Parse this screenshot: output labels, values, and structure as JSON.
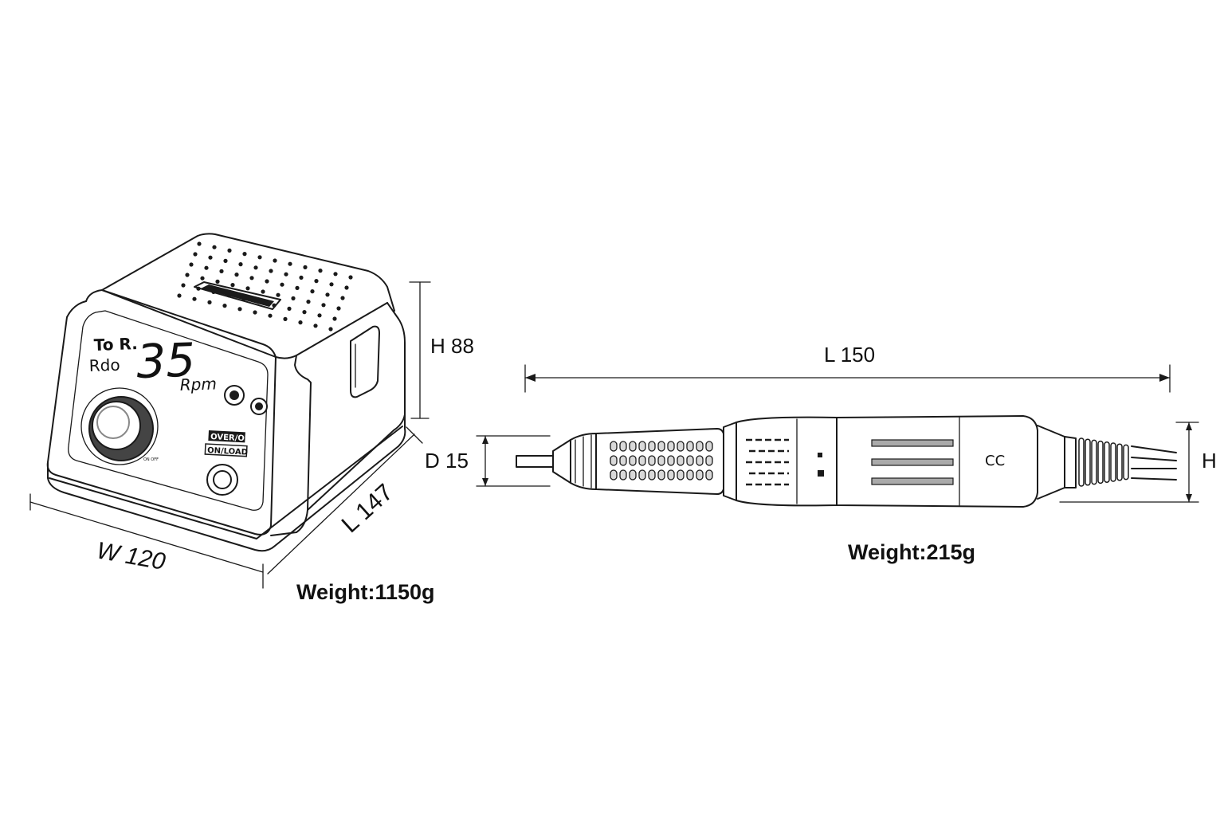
{
  "control_box": {
    "height_label": "H 88",
    "width_label": "W 120",
    "length_label": "L 147",
    "weight_label": "Weight:1150g",
    "display": {
      "line1": "To R.",
      "line2": "Rdo",
      "speed_value": "35",
      "speed_unit": "Rpm"
    },
    "switch_labels": {
      "top": "OVER/OFF",
      "bottom": "ON/LOAD"
    },
    "knob_label": "ON OFF"
  },
  "handpiece": {
    "length_label": "L 150",
    "diameter_label": "D 15",
    "height_label": "H",
    "weight_label": "Weight:215g",
    "mark": "CC"
  },
  "colors": {
    "line": "#1a1a1a",
    "background": "#ffffff",
    "shade": "#d9d9d9"
  },
  "icons": [
    "vent-holes",
    "speed-knob",
    "indicator-lights",
    "power-socket",
    "bur-shank",
    "grip-ribs",
    "cable-strain-relief"
  ]
}
